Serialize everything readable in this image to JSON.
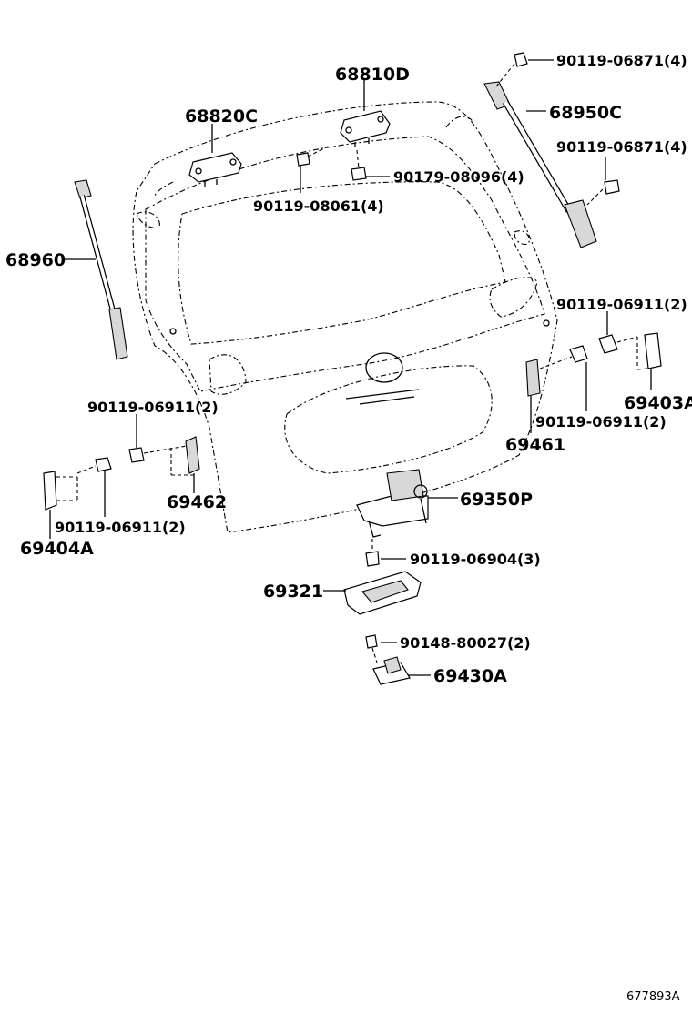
{
  "diagram_ref": "677893A",
  "labels": {
    "p68810D": "68810D",
    "p68820C": "68820C",
    "p68950C": "68950C",
    "p68960": "68960",
    "p90119_06871_a": "90119-06871(4)",
    "p90119_06871_b": "90119-06871(4)",
    "p90179_08096": "90179-08096(4)",
    "p90119_08061": "90119-08061(4)",
    "p90119_06911_a": "90119-06911(2)",
    "p90119_06911_b": "90119-06911(2)",
    "p90119_06911_c": "90119-06911(2)",
    "p90119_06911_d": "90119-06911(2)",
    "p69403A": "69403A",
    "p69461": "69461",
    "p69462": "69462",
    "p69404A": "69404A",
    "p69350P": "69350P",
    "p90119_06904": "90119-06904(3)",
    "p69321": "69321",
    "p90148_80027": "90148-80027(2)",
    "p69430A": "69430A"
  }
}
